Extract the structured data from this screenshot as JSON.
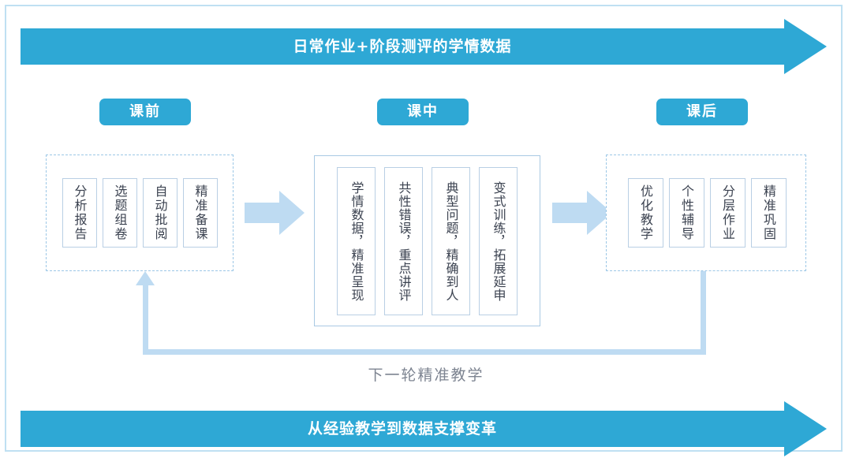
{
  "banners": {
    "top": {
      "text": "日常作业+阶段测评的学情数据"
    },
    "bottom": {
      "text": "从经验教学到数据支撑变革"
    }
  },
  "stages": [
    {
      "pill_label": "课前",
      "items": [
        "分析报告",
        "选题组卷",
        "自动批阅",
        "精准备课"
      ]
    },
    {
      "pill_label": "课中",
      "items": [
        "学情数据，精准呈现",
        "共性错误，重点讲评",
        "典型问题，精确到人",
        "变式训练，拓展延申"
      ]
    },
    {
      "pill_label": "课后",
      "items": [
        "优化教学",
        "个性辅导",
        "分层作业",
        "精准巩固"
      ]
    }
  ],
  "feedback_loop": {
    "caption": "下一轮精准教学"
  },
  "colors": {
    "banner_blue": "#2EA8D5",
    "arrow_light_blue": "#bedbf2",
    "box_border": "#b9cfe4",
    "dashed_border": "#9cc7e6",
    "caption_gray": "#7d8491"
  }
}
